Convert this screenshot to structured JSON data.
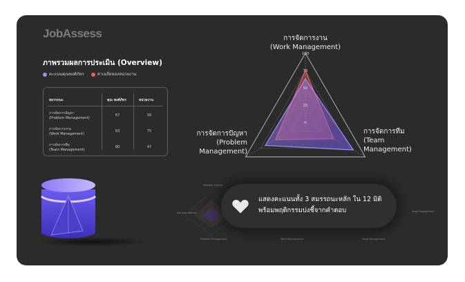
{
  "logo": "JobAssess",
  "overview": {
    "title": "ภาพรวมผลการประเมิน (Overview)",
    "legend": [
      {
        "label": "คะแนนคุณพงศ์ภัทร",
        "color": "#a98cf0"
      },
      {
        "label": "ค่าเฉลี่ยของหน่วยงาน",
        "color": "#e2615c"
      }
    ]
  },
  "table": {
    "headers": [
      "สมรรถนะ",
      "คุณ พงศ์ภัทร",
      "หน่วยงาน"
    ],
    "rows": [
      {
        "name_th": "การจัดการปัญหา",
        "name_en": "(Problem Management)",
        "person": "67",
        "unit": "50"
      },
      {
        "name_th": "การจัดการงาน",
        "name_en": "(Work Management)",
        "person": "63",
        "unit": "75"
      },
      {
        "name_th": "การจัดการทีม",
        "name_en": "(Team Management)",
        "person": "80",
        "unit": "47"
      }
    ]
  },
  "radar": {
    "top_label_th": "การจัดการงาน",
    "top_label_en": "(Work Management)",
    "right_label_th": "การจัดการทีม",
    "right_label_en1": "(Team",
    "right_label_en2": "Management)",
    "left_label_th": "การจัดการปัญหา",
    "left_label_en1": "(Problem",
    "left_label_en2": "Management)",
    "ticks": [
      "0",
      "25",
      "50",
      "75",
      "100"
    ]
  },
  "chart_data": {
    "type": "radar",
    "axes": [
      "การจัดการงาน (Work Management)",
      "การจัดการทีม (Team Management)",
      "การจัดการปัญหา (Problem Management)"
    ],
    "range": [
      0,
      100
    ],
    "series": [
      {
        "name": "คะแนนคุณพงศ์ภัทร",
        "values": [
          63,
          80,
          67
        ],
        "color": "#a98cf0"
      },
      {
        "name": "ค่าเฉลี่ยของหน่วยงาน",
        "values": [
          75,
          47,
          50
        ],
        "color": "#e2615c"
      }
    ]
  },
  "background_labels": {
    "l1": "Problem Solving",
    "l2": "Decision Making",
    "l3": "Problem Management",
    "l4": "Work Management",
    "l5": "Team Management",
    "l6": "Team Engagement"
  },
  "toast": {
    "line1": "แสดงคะแนนทั้ง 3 สมรรถนะหลัก ใน 12 มิติ",
    "line2": "พร้อมพฤติกรรมบ่งชี้จากคำตอบ"
  }
}
